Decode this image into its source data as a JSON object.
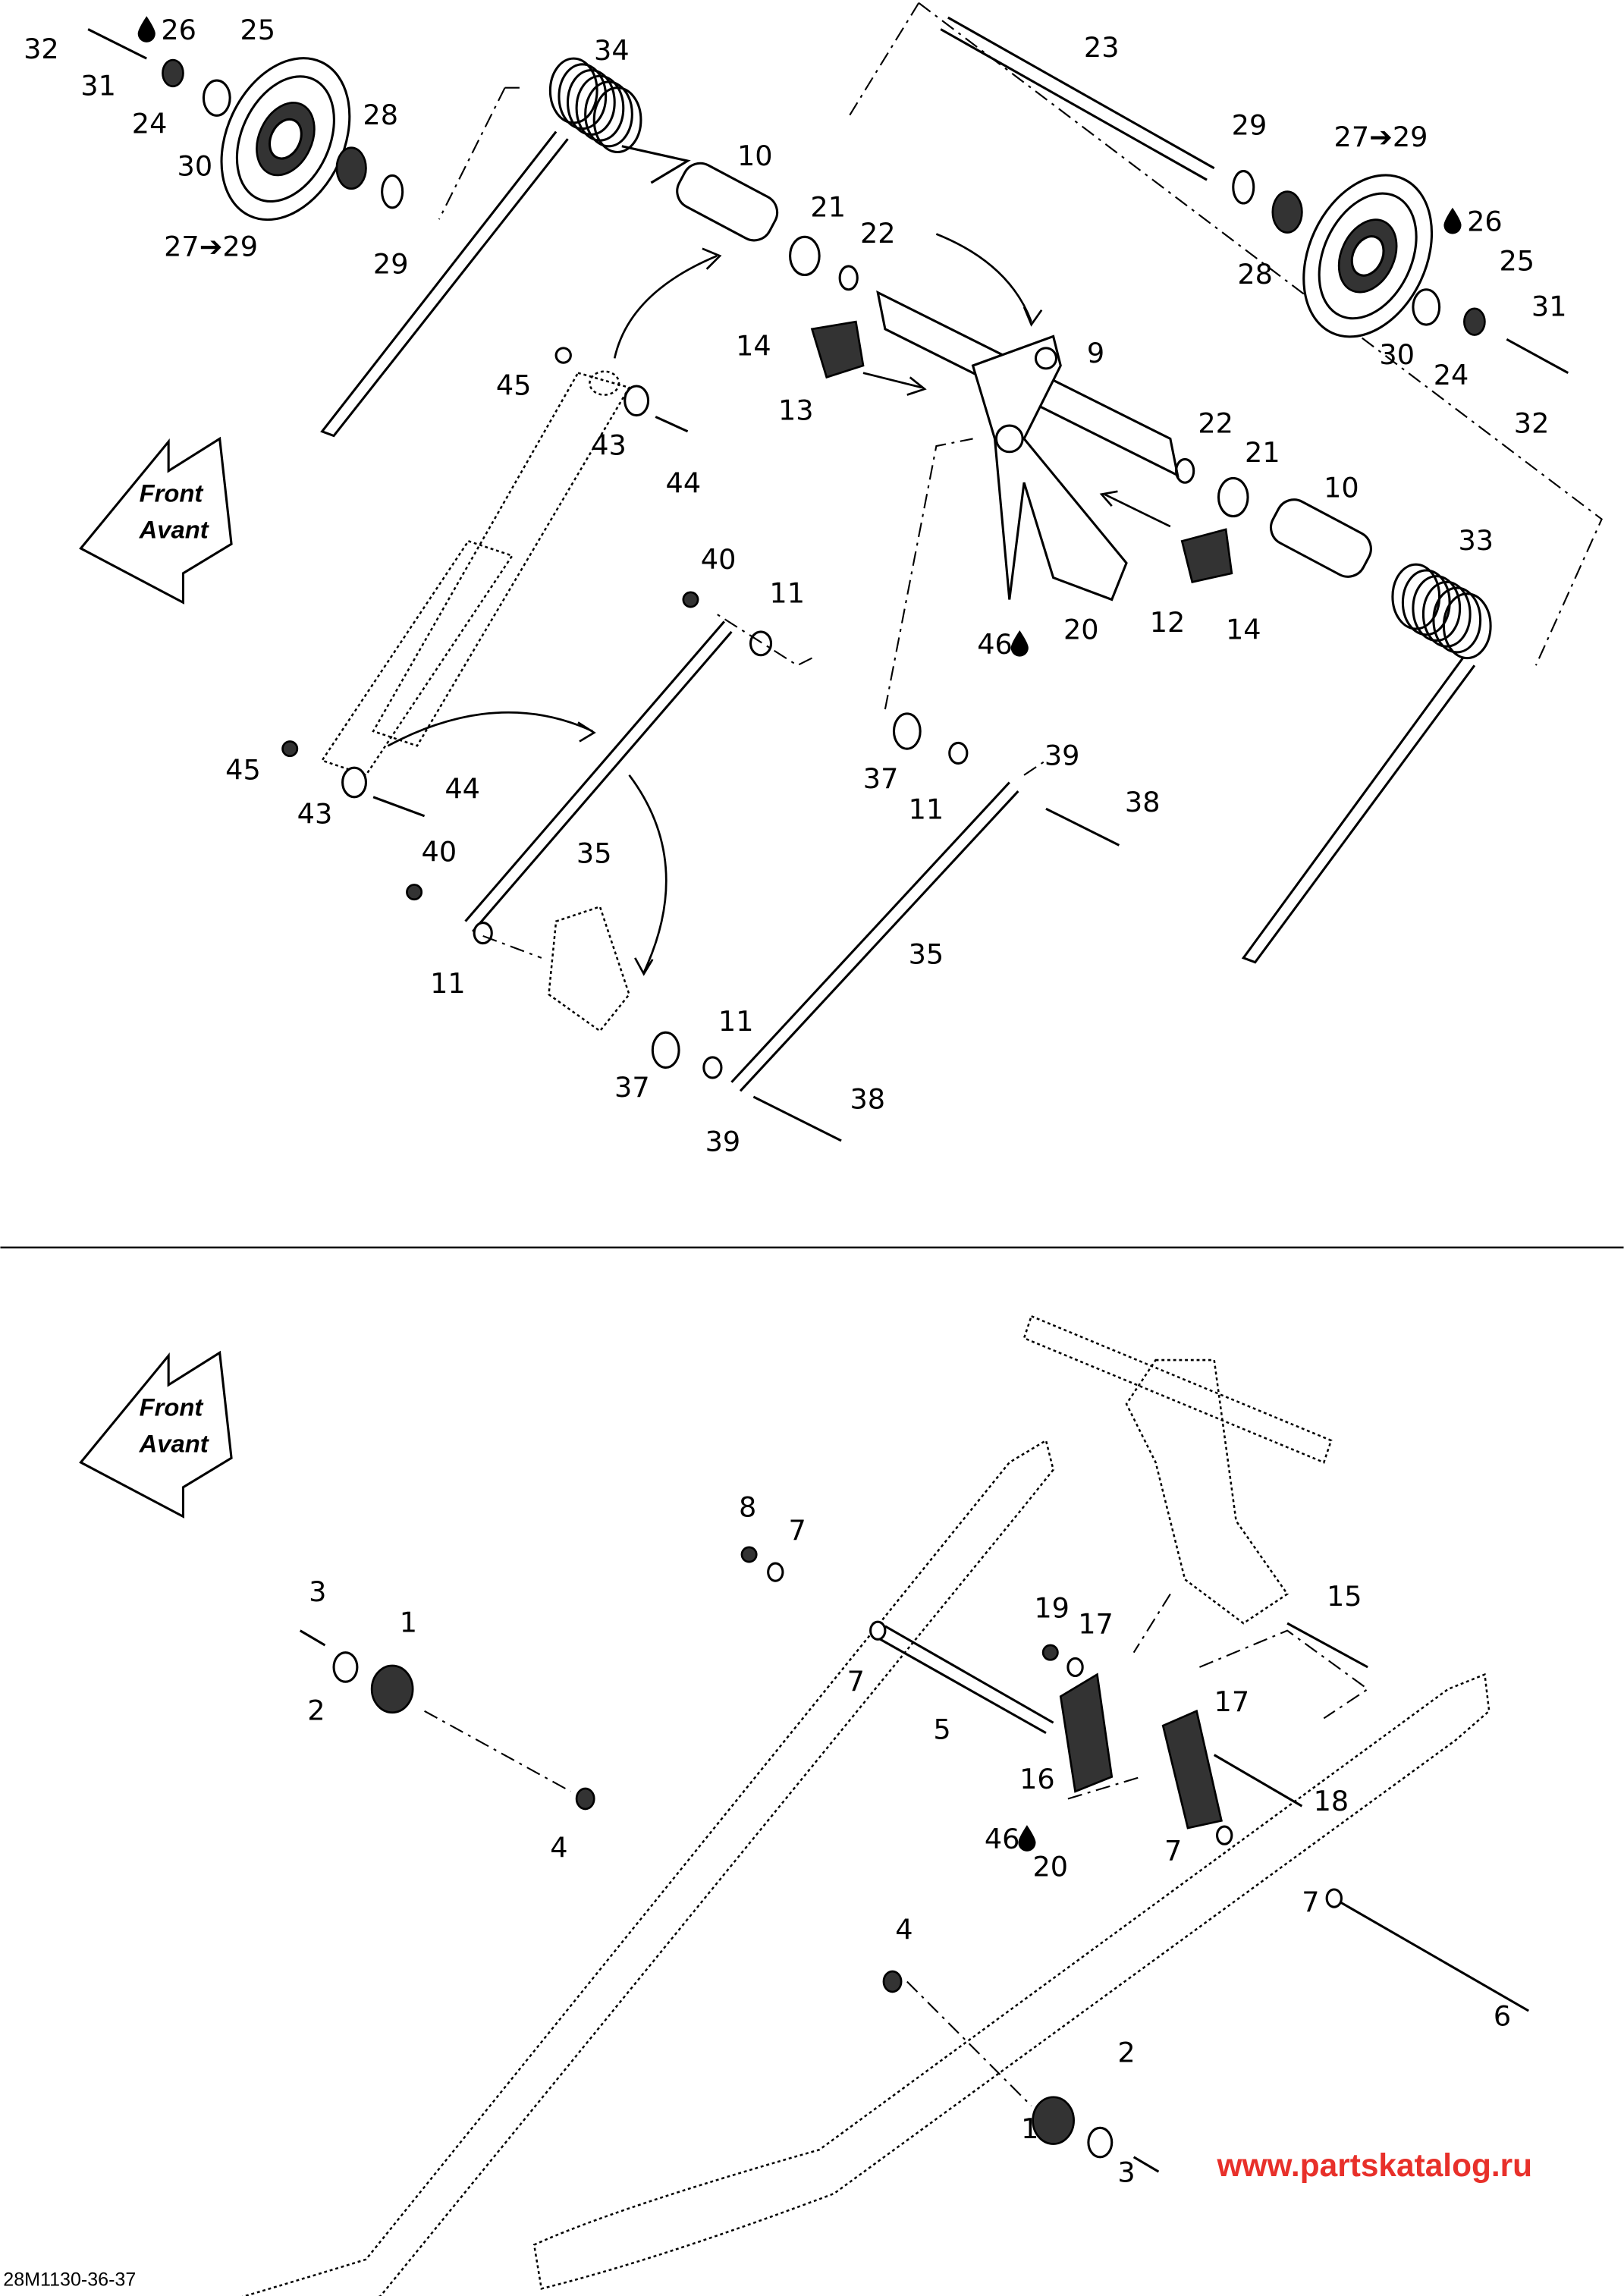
{
  "diagram": {
    "top_callouts": [
      "32",
      "26",
      "25",
      "31",
      "24",
      "30",
      "28",
      "27➔29",
      "29",
      "34",
      "10",
      "21",
      "22",
      "23",
      "29",
      "27➔29",
      "26",
      "25",
      "31",
      "28",
      "30",
      "24",
      "32",
      "9",
      "14",
      "13",
      "45",
      "43",
      "44",
      "22",
      "21",
      "10",
      "33",
      "40",
      "11",
      "46",
      "20",
      "12",
      "14",
      "45",
      "43",
      "44",
      "35",
      "40",
      "11",
      "37",
      "11",
      "39",
      "38",
      "35",
      "11",
      "37",
      "39",
      "38"
    ],
    "bottom_callouts": [
      "8",
      "7",
      "3",
      "1",
      "2",
      "7",
      "5",
      "19",
      "17",
      "15",
      "17",
      "16",
      "18",
      "4",
      "46",
      "20",
      "7",
      "7",
      "4",
      "6",
      "2",
      "1",
      "3"
    ],
    "front_arrow": {
      "line1": "Front",
      "line2": "Avant"
    },
    "drop_icon": "lubricant-drop-icon",
    "drawing_code": "28M1130-36-37",
    "watermark": "www.partskatalog.ru",
    "watermark_color": "#e8302a"
  }
}
